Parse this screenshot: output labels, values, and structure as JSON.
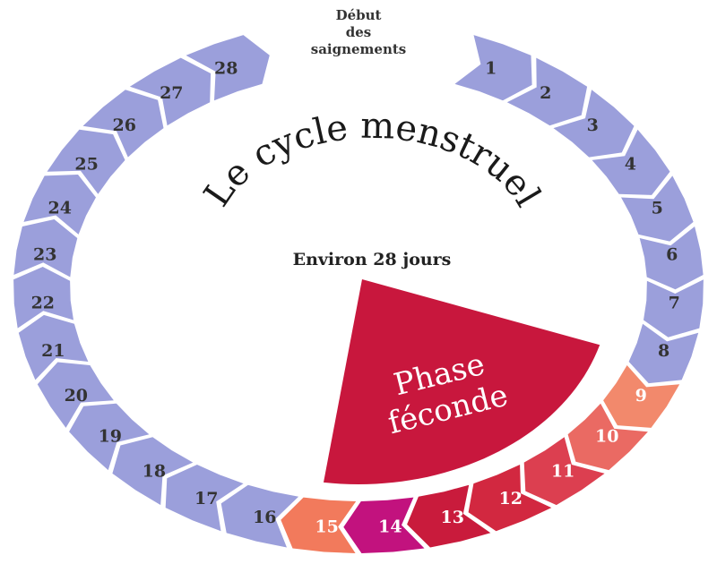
{
  "title": "Le cycle menstruel",
  "subtitle": "Environ 28 jours",
  "start_label": [
    "Début",
    "des",
    "saignements"
  ],
  "phase_label": [
    "Phase",
    "féconde"
  ],
  "days": [
    {
      "n": 1,
      "label": "1",
      "color": "#9b9fdb",
      "text": "#333333"
    },
    {
      "n": 2,
      "label": "2",
      "color": "#9b9fdb",
      "text": "#333333"
    },
    {
      "n": 3,
      "label": "3",
      "color": "#9b9fdb",
      "text": "#333333"
    },
    {
      "n": 4,
      "label": "4",
      "color": "#9b9fdb",
      "text": "#333333"
    },
    {
      "n": 5,
      "label": "5",
      "color": "#9b9fdb",
      "text": "#333333"
    },
    {
      "n": 6,
      "label": "6",
      "color": "#9b9fdb",
      "text": "#333333"
    },
    {
      "n": 7,
      "label": "7",
      "color": "#9b9fdb",
      "text": "#333333"
    },
    {
      "n": 8,
      "label": "8",
      "color": "#9b9fdb",
      "text": "#333333"
    },
    {
      "n": 9,
      "label": "9",
      "color": "#f2896c",
      "text": "#ffffff"
    },
    {
      "n": 10,
      "label": "10",
      "color": "#ea6a63",
      "text": "#ffffff"
    },
    {
      "n": 11,
      "label": "11",
      "color": "#dc3f50",
      "text": "#ffffff"
    },
    {
      "n": 12,
      "label": "12",
      "color": "#d22840",
      "text": "#ffffff"
    },
    {
      "n": 13,
      "label": "13",
      "color": "#c91b3c",
      "text": "#ffffff"
    },
    {
      "n": 14,
      "label": "14",
      "color": "#c2127e",
      "text": "#ffffff"
    },
    {
      "n": 15,
      "label": "15",
      "color": "#f27a5c",
      "text": "#ffffff"
    },
    {
      "n": 16,
      "label": "16",
      "color": "#9b9fdb",
      "text": "#333333"
    },
    {
      "n": 17,
      "label": "17",
      "color": "#9b9fdb",
      "text": "#333333"
    },
    {
      "n": 18,
      "label": "18",
      "color": "#9b9fdb",
      "text": "#333333"
    },
    {
      "n": 19,
      "label": "19",
      "color": "#9b9fdb",
      "text": "#333333"
    },
    {
      "n": 20,
      "label": "20",
      "color": "#9b9fdb",
      "text": "#333333"
    },
    {
      "n": 21,
      "label": "21",
      "color": "#9b9fdb",
      "text": "#333333"
    },
    {
      "n": 22,
      "label": "22",
      "color": "#9b9fdb",
      "text": "#333333"
    },
    {
      "n": 23,
      "label": "23",
      "color": "#9b9fdb",
      "text": "#333333"
    },
    {
      "n": 24,
      "label": "24",
      "color": "#9b9fdb",
      "text": "#333333"
    },
    {
      "n": 25,
      "label": "25",
      "color": "#9b9fdb",
      "text": "#333333"
    },
    {
      "n": 26,
      "label": "26",
      "color": "#9b9fdb",
      "text": "#333333"
    },
    {
      "n": 27,
      "label": "27",
      "color": "#9b9fdb",
      "text": "#333333"
    },
    {
      "n": 28,
      "label": "28",
      "color": "#9b9fdb",
      "text": "#333333"
    }
  ],
  "colors": {
    "fertile_phase": "#c8173d",
    "menstrual_blue": "#9b9fdb",
    "ovulation_day": "#c2127e"
  }
}
